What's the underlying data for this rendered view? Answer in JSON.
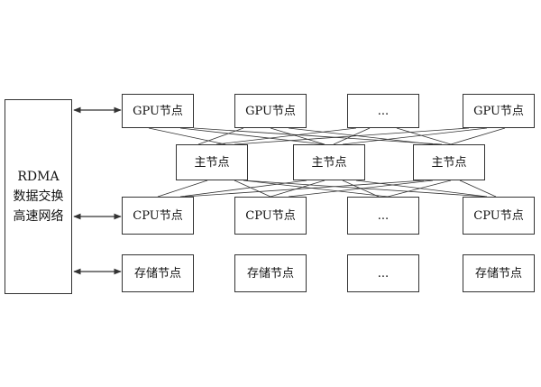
{
  "network": {
    "lines": [
      "RDMA",
      "数据交换",
      "高速网络"
    ]
  },
  "rows": {
    "gpu": [
      "GPU节点",
      "GPU节点",
      "...",
      "GPU节点"
    ],
    "master": [
      "主节点",
      "主节点",
      "主节点"
    ],
    "cpu": [
      "CPU节点",
      "CPU节点",
      "...",
      "CPU节点"
    ],
    "storage": [
      "存储节点",
      "存储节点",
      "...",
      "存储节点"
    ]
  },
  "colors": {
    "line": "#333333",
    "text": "#111111",
    "background": "#ffffff"
  }
}
